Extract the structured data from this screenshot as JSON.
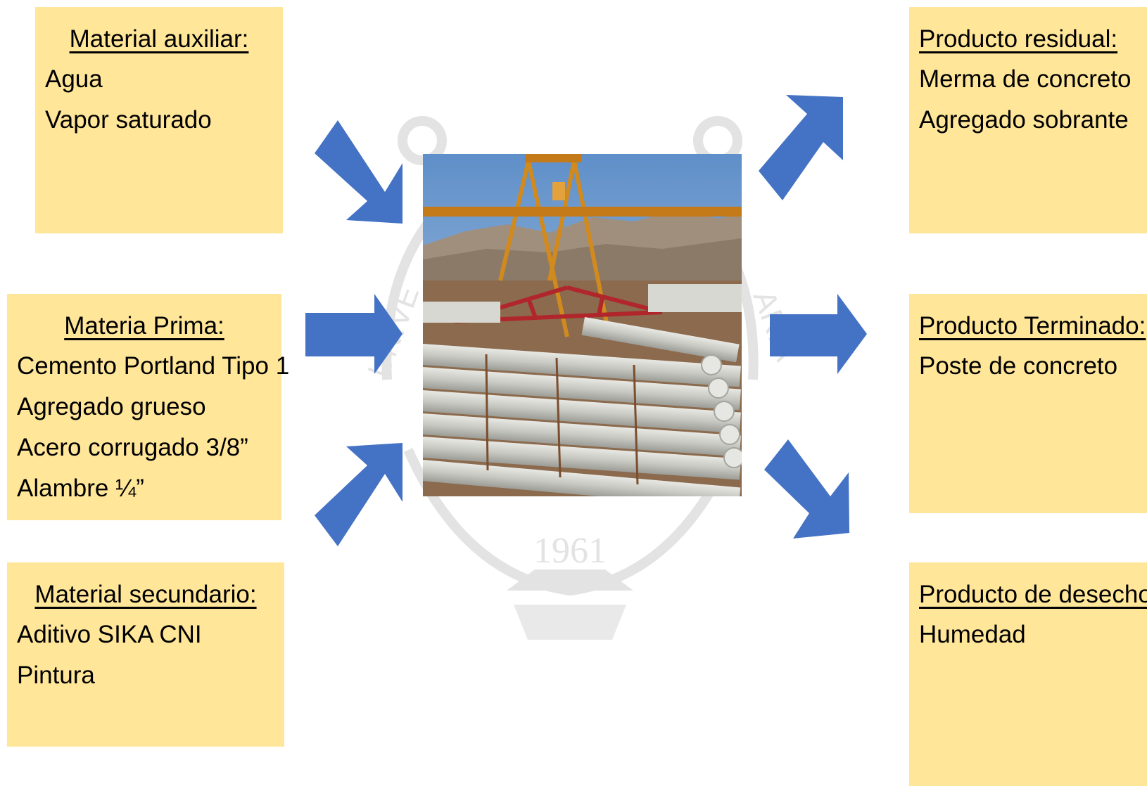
{
  "colors": {
    "box_fill": "#ffe699",
    "arrow_fill": "#4472c4",
    "watermark": "#e3e3e3"
  },
  "watermark": {
    "year": "1961",
    "left_text": "UNIVE",
    "right_text": "ARIA"
  },
  "inputs": {
    "auxiliar": {
      "title": "Material auxiliar:",
      "items": [
        "Agua",
        "Vapor saturado"
      ]
    },
    "prima": {
      "title": "Materia Prima:",
      "items": [
        "Cemento Portland Tipo 1",
        "Agregado grueso",
        "Acero corrugado 3/8”",
        "Alambre ¼”"
      ]
    },
    "secundario": {
      "title": "Material secundario:",
      "items": [
        "Aditivo SIKA CNI",
        "Pintura"
      ]
    }
  },
  "outputs": {
    "residual": {
      "title": "Producto residual:",
      "items": [
        "Merma de concreto",
        "Agregado sobrante"
      ]
    },
    "terminado": {
      "title": "Producto Terminado:",
      "items": [
        "Poste de concreto"
      ]
    },
    "desecho": {
      "title": "Producto de desecho:",
      "items": [
        "Humedad"
      ]
    }
  },
  "center_image": {
    "icon": "concrete-poles-photo"
  }
}
